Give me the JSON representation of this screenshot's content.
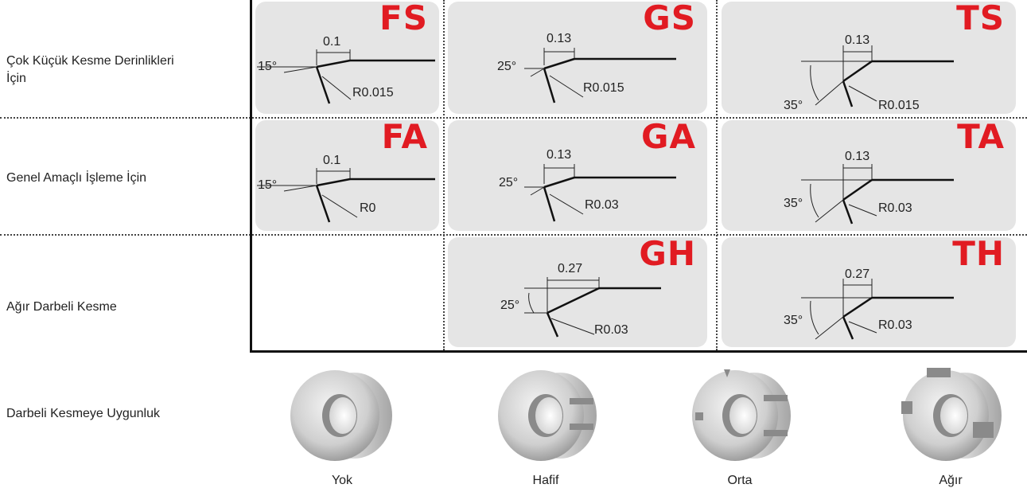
{
  "rows": [
    {
      "label_line1": "Çok Küçük Kesme Derinlikleri",
      "label_line2": "İçin"
    },
    {
      "label_line1": "Genel Amaçlı İşleme İçin",
      "label_line2": ""
    },
    {
      "label_line1": "Ağır Darbeli Kesme",
      "label_line2": ""
    }
  ],
  "suitability_label": "Darbeli Kesmeye Uygunluk",
  "cells": {
    "fs": {
      "code": "FS",
      "width": "0.1",
      "angle": "15°",
      "radius": "R0.015"
    },
    "gs": {
      "code": "GS",
      "width": "0.13",
      "angle": "25°",
      "radius": "R0.015"
    },
    "ts": {
      "code": "TS",
      "width": "0.13",
      "angle": "35°",
      "radius": "R0.015"
    },
    "fa": {
      "code": "FA",
      "width": "0.1",
      "angle": "15°",
      "radius": "R0"
    },
    "ga": {
      "code": "GA",
      "width": "0.13",
      "angle": "25°",
      "radius": "R0.03"
    },
    "ta": {
      "code": "TA",
      "width": "0.13",
      "angle": "35°",
      "radius": "R0.03"
    },
    "gh": {
      "code": "GH",
      "width": "0.27",
      "angle": "25°",
      "radius": "R0.03"
    },
    "th": {
      "code": "TH",
      "width": "0.27",
      "angle": "35°",
      "radius": "R0.03"
    }
  },
  "rings": [
    {
      "label": "Yok"
    },
    {
      "label": "Hafif"
    },
    {
      "label": "Orta"
    },
    {
      "label": "Ağır"
    }
  ],
  "colors": {
    "code_red": "#e11b22",
    "cell_gray": "#e5e5e5"
  }
}
